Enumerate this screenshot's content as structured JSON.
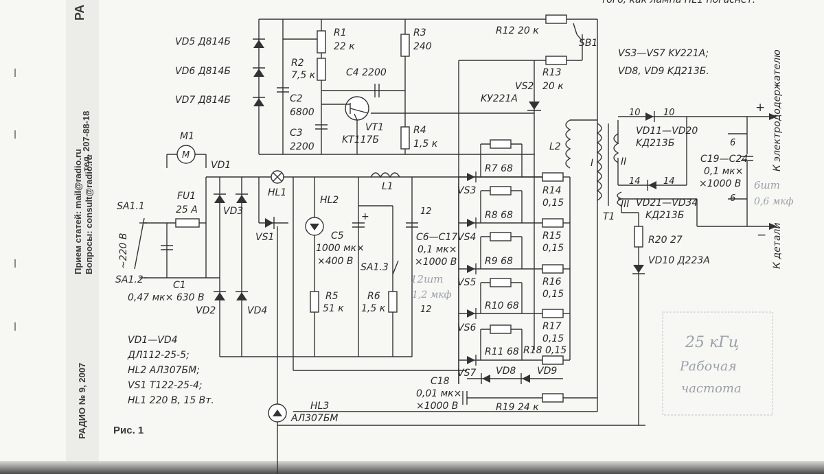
{
  "page": {
    "header_fragment": "того, как лампа HL1 погаснет.",
    "title_fragment": "РА"
  },
  "sidebar": {
    "phone": "тел. 207-88-18",
    "mail": "Прием статей: mail@radio.ru",
    "consult": "Вопросы: consult@radio.ru",
    "issue": "РАДИО № 9, 2007"
  },
  "figure": {
    "caption": "Рис. 1"
  },
  "labels": {
    "vd5": "VD5  Д814Б",
    "vd6": "VD6  Д814Б",
    "vd7": "VD7  Д814Б",
    "c2": "C2",
    "c2v": "6800",
    "c3": "C3",
    "c3v": "2200",
    "r1": "R1",
    "r1v": "22 к",
    "r2": "R2",
    "r2v": "7,5 к",
    "r3": "R3",
    "r3v": "240",
    "c4": "C4  2200",
    "vt1": "VT1",
    "vt1v": "KT117Б",
    "r4": "R4",
    "r4v": "1,5 к",
    "r12": "R12  20 к",
    "sb1": "SB1",
    "r13": "R13",
    "r13v": "20 к",
    "vs2": "VS2",
    "vs2v": "KУ221A",
    "note1": "VS3—VS7  KУ221A;",
    "note2": "VD8, VD9  KД213Б.",
    "m1": "M1",
    "vd1": "VD1",
    "fu1": "FU1",
    "fu1v": "25 A",
    "vd3": "VD3",
    "hl1": "HL1",
    "hl2": "HL2",
    "l1": "L1",
    "sa11": "SA1.1",
    "sa12": "SA1.2",
    "v220": "~220 В",
    "c1": "C1",
    "c1v": "0,47 мк× 630 В",
    "vs1": "VS1",
    "c5": "C5",
    "c5v1": "1000 мк×",
    "c5v2": "×400 В",
    "c6": "C6—C17",
    "c6v1": "0,1 мк×",
    "c6v2": "×1000 В",
    "n12a": "12",
    "n12b": "12",
    "sa13": "SA1.3",
    "r5": "R5",
    "r5v": "51 к",
    "r6": "R6",
    "r6v": "1,5 к",
    "vd2": "VD2",
    "vd4": "VD4",
    "r7": "R7  68",
    "r8": "R8  68",
    "r9": "R9  68",
    "r10": "R10  68",
    "r11": "R11  68",
    "vs3": "VS3",
    "vs4": "VS4",
    "vs5": "VS5",
    "vs6": "VS6",
    "vs7": "VS7",
    "r14": "R14",
    "r14v": "0,15",
    "r15": "R15",
    "r15v": "0,15",
    "r16": "R16",
    "r16v": "0,15",
    "r17": "R17",
    "r17v": "0,15",
    "r18": "R18  0,15",
    "vd8": "VD8",
    "vd9": "VD9",
    "c18": "C18",
    "c18v1": "0,01 мк×",
    "c18v2": "×1000 В",
    "r19": "R19  24 к",
    "l2": "L2",
    "t_i": "I",
    "t_ii": "II",
    "t_iii": "III",
    "t1": "T1",
    "vd11": "VD11—VD20",
    "vd11v": "KД213Б",
    "vd21": "VD21—VD34",
    "vd21v": "KД213Б",
    "n10a": "10",
    "n10b": "10",
    "n14a": "14",
    "n14b": "14",
    "n6a": "6",
    "n6b": "6",
    "c19": "C19—C24",
    "c19v1": "0,1 мк×",
    "c19v2": "×1000 В",
    "r20": "R20  27",
    "vd10": "VD10  Д223A",
    "plus": "+",
    "minus": "−",
    "to_holder": "К электрододержателю",
    "to_part": "К детали",
    "leg1": "VD1—VD4",
    "leg2": "ДЛ112-25-5;",
    "leg3": "HL2  AЛ307БМ;",
    "leg4": "VS1  T122-25-4;",
    "leg5": "HL1  220 В, 15 Вт.",
    "hl3": "HL3",
    "hl3v": "AЛ307БМ"
  },
  "handwritten": {
    "c6_note1": "12шт",
    "c6_note2": "1,2 мкф",
    "c19_note1": "6шт",
    "c19_note2": "0,6 мкф",
    "box1": "25 кГц",
    "box2": "Рабочая",
    "box3": "частота"
  }
}
